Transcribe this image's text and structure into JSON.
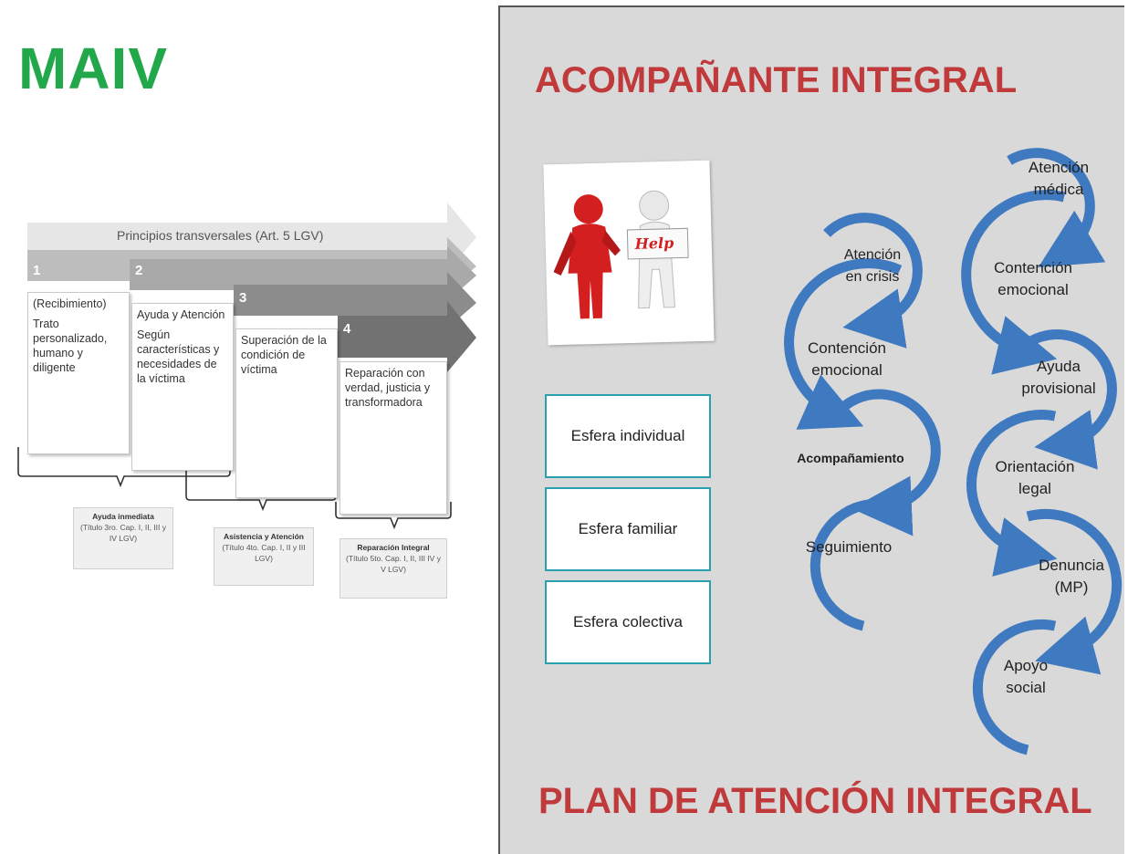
{
  "left": {
    "title": "MAIV",
    "principles": "Principios transversales (Art. 5 LGV)",
    "steps": [
      {
        "num": "1",
        "lines": [
          "(Recibimiento)",
          "Trato personalizado, humano y diligente"
        ]
      },
      {
        "num": "2",
        "lines": [
          "Ayuda y Atención",
          "Según características y necesidades de la víctima"
        ]
      },
      {
        "num": "3",
        "lines": [
          "Superación de la condición de víctima"
        ]
      },
      {
        "num": "4",
        "lines": [
          "Reparación con verdad, justicia y transformadora"
        ]
      }
    ],
    "braces": [
      {
        "title": "Ayuda inmediata",
        "sub": "(Título 3ro. Cap. I, II, III y IV LGV)"
      },
      {
        "title": "Asistencia y Atención",
        "sub": "(Título 4to. Cap. I, II y III LGV)"
      },
      {
        "title": "Reparación Integral",
        "sub": "(Título 5to. Cap. I, II, III IV y V LGV)"
      }
    ]
  },
  "right": {
    "title_top": "ACOMPAÑANTE INTEGRAL",
    "title_bottom": "PLAN DE ATENCIÓN INTEGRAL",
    "help_sign": "Help",
    "spheres": [
      "Esfera individual",
      "Esfera familiar",
      "Esfera colectiva"
    ],
    "cycle_middle": [
      "Atención en crisis",
      "Contención emocional",
      "Acompañamiento",
      "Seguimiento"
    ],
    "cycle_right": [
      "Atención médica",
      "Contención emocional",
      "Ayuda provisional",
      "Orientación legal",
      "Denuncia (MP)",
      "Apoyo social"
    ]
  },
  "colors": {
    "green_title": "#22a84a",
    "red_title": "#c0393b",
    "cycle_blue": "#3f79bf",
    "sphere_border": "#2aa0b0",
    "panel_bg": "#d9d9d9"
  }
}
